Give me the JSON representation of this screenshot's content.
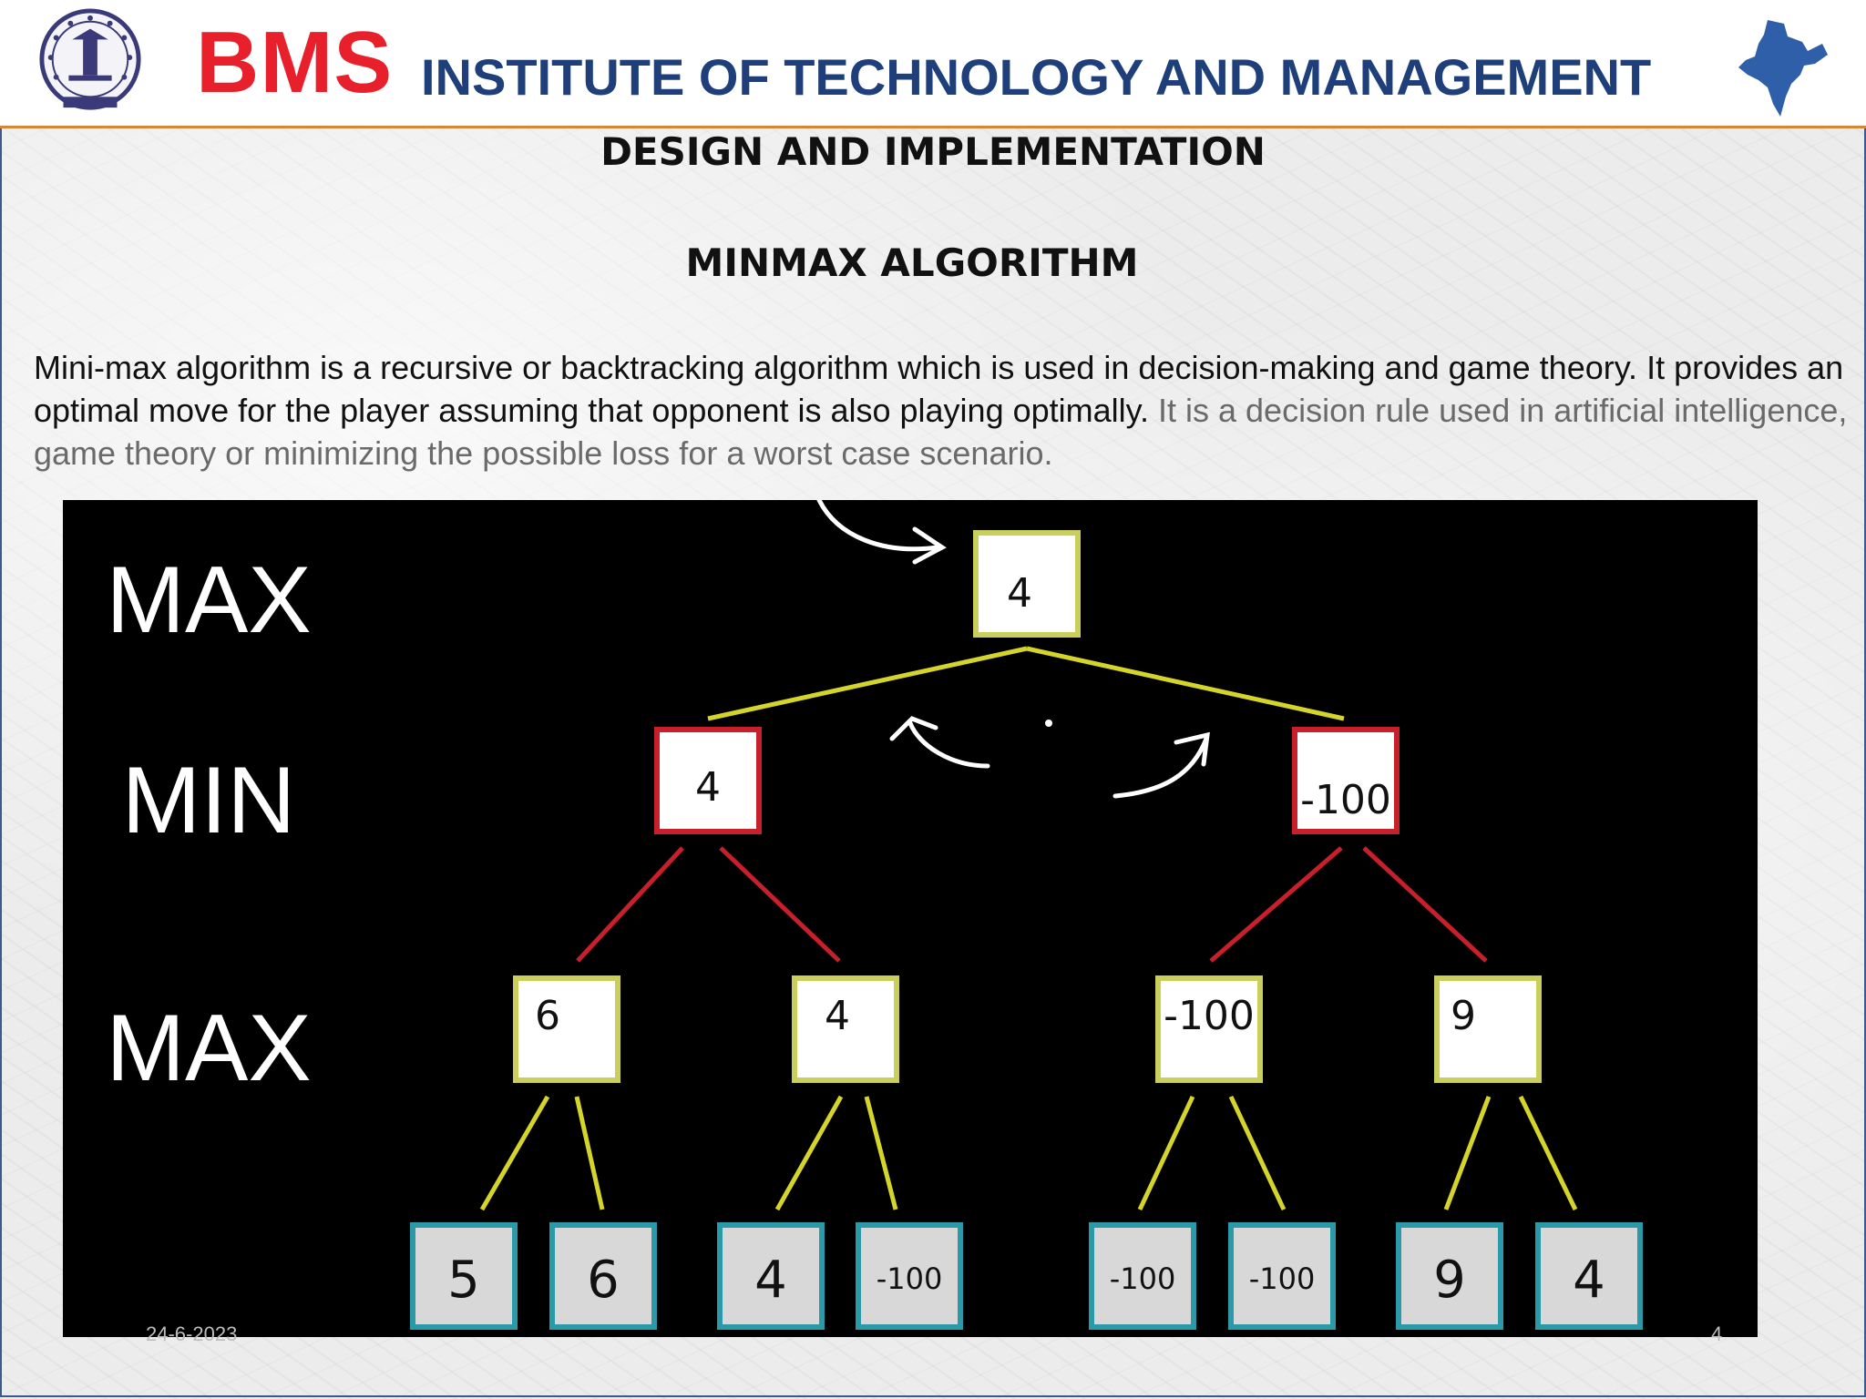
{
  "header": {
    "brand": "BMS",
    "institute": "INSTITUTE OF TECHNOLOGY AND MANAGEMENT",
    "colors": {
      "brand": "#e8202b",
      "institute": "#1e3f7a",
      "accent": "#d8853a"
    },
    "left_logo_icon": "college-seal-icon",
    "right_logo_icon": "india-map-icon"
  },
  "slide": {
    "title": "DESIGN AND IMPLEMENTATION",
    "subtitle": "MINMAX ALGORITHM",
    "paragraph_main": "Mini-max algorithm is a recursive or backtracking algorithm which is used in decision-making and game theory. It provides an optimal move for the player assuming that opponent is also playing optimally.",
    "paragraph_muted": "It is a decision rule used in artificial intelligence, game theory or minimizing the possible loss for a worst case scenario."
  },
  "tree": {
    "levels": [
      "MAX",
      "MIN",
      "MAX"
    ],
    "root": "4",
    "min_nodes": [
      "4",
      "-100"
    ],
    "max_nodes": [
      "6",
      "4",
      "-100",
      "9"
    ],
    "leaves": [
      "5",
      "6",
      "4",
      "-100",
      "-100",
      "-100",
      "9",
      "4"
    ],
    "colors": {
      "max_border": "#c9cf5a",
      "min_border": "#c8202a",
      "leaf_border": "#2a9aa8",
      "max_edge": "#d4d42a",
      "min_edge": "#c8202a"
    }
  },
  "footer": {
    "date": "24-6-2023",
    "page": "4"
  }
}
